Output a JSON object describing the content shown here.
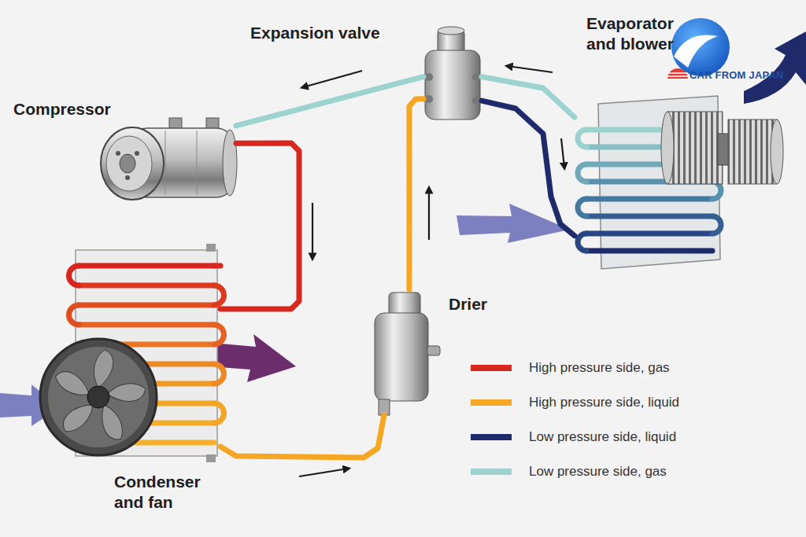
{
  "diagram": {
    "nodes": [
      {
        "text": [
          "Expansion valve"
        ]
      },
      {
        "text": [
          "Evaporator and blower"
        ]
      },
      {
        "text": [
          "Compressor"
        ]
      },
      {
        "text": [
          "Drier"
        ]
      },
      {
        "text": [
          "Condenser and fan"
        ]
      }
    ],
    "edges": [
      {
        "from": 2,
        "to": 4,
        "arrow": "none"
      },
      {
        "from": 4,
        "to": 3,
        "arrow": "none"
      },
      {
        "from": 3,
        "to": 0,
        "arrow": "none"
      },
      {
        "from": 0,
        "to": 1,
        "arrow": "none"
      },
      {
        "from": 1,
        "to": 0,
        "arrow": "none"
      },
      {
        "from": 0,
        "to": 2,
        "arrow": "none"
      }
    ],
    "labels": [
      "CAR FROM JAPAN"
    ],
    "legend": [
      {
        "text": "High pressure side, gas",
        "color": "#d6281e"
      },
      {
        "text": "High pressure side, liquid",
        "color": "#f5a623"
      },
      {
        "text": "Low pressure side, liquid",
        "color": "#1f2a6b"
      },
      {
        "text": "Low pressure side, gas",
        "color": "#9dd3cf"
      }
    ]
  }
}
